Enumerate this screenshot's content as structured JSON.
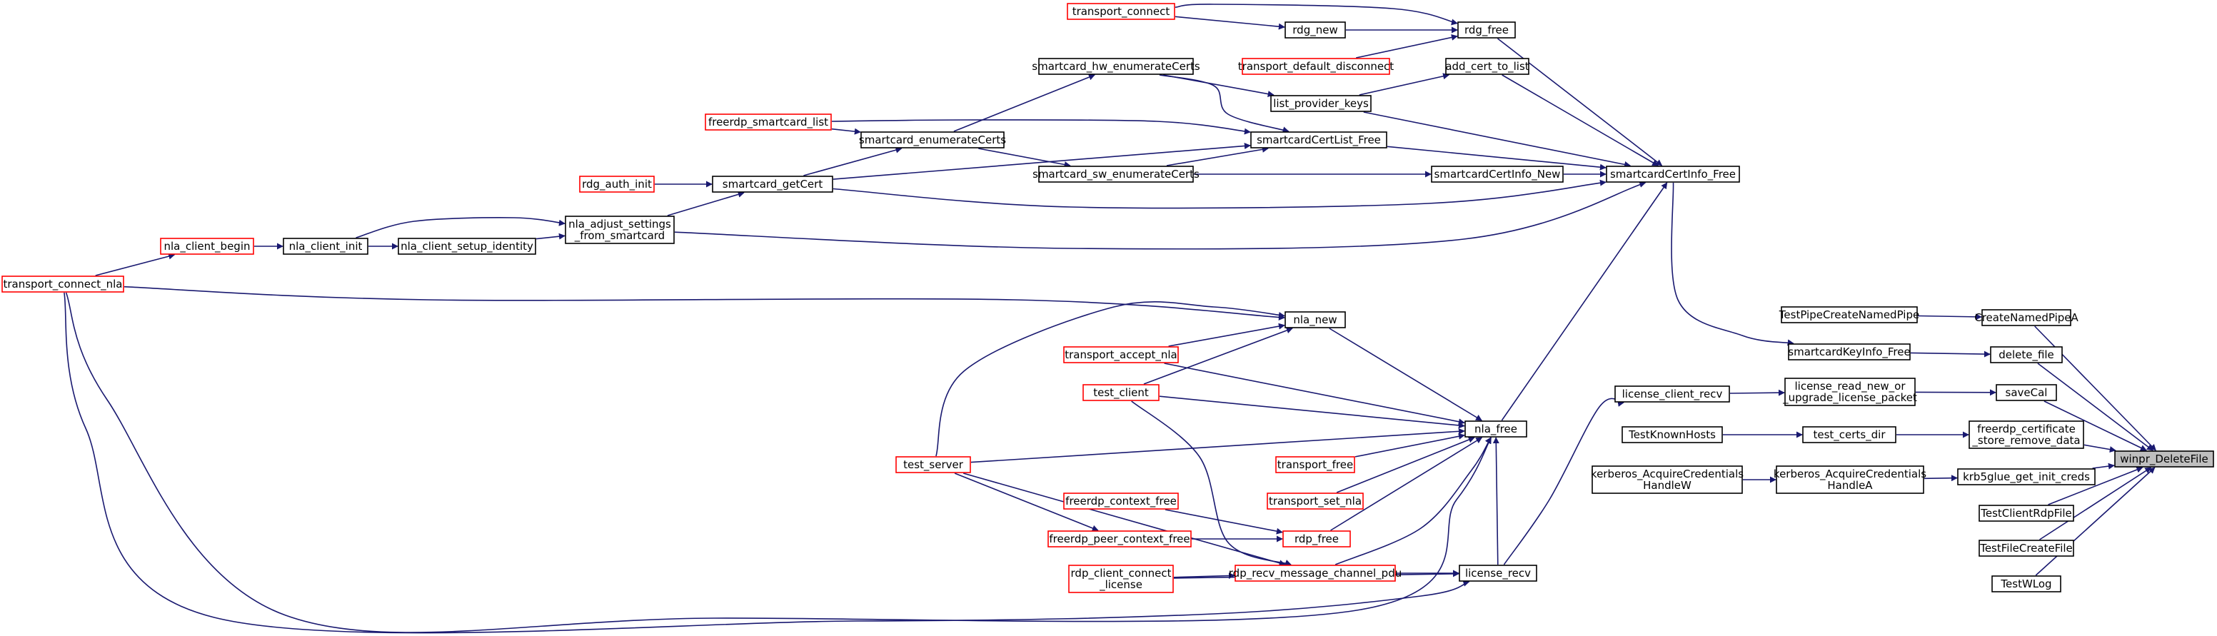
{
  "diagram": {
    "type": "call-graph",
    "root": "winpr_DeleteFile",
    "edge_color": "#191970",
    "node_border_colors": {
      "documented": "#000000",
      "undocumented": "#ff0000"
    },
    "root_fill": "#bfbfbf",
    "nodes": [
      {
        "id": "winpr_DeleteFile",
        "lines": [
          "winpr_DeleteFile"
        ],
        "color": "root"
      },
      {
        "id": "CreateNamedPipeA",
        "lines": [
          "CreateNamedPipeA"
        ],
        "color": "black"
      },
      {
        "id": "delete_file",
        "lines": [
          "delete_file"
        ],
        "color": "black"
      },
      {
        "id": "saveCal",
        "lines": [
          "saveCal"
        ],
        "color": "black"
      },
      {
        "id": "freerdp_certificate_store_remove_data",
        "lines": [
          "freerdp_certificate",
          "_store_remove_data"
        ],
        "color": "black"
      },
      {
        "id": "krb5glue_get_init_creds",
        "lines": [
          "krb5glue_get_init_creds"
        ],
        "color": "black"
      },
      {
        "id": "TestClientRdpFile",
        "lines": [
          "TestClientRdpFile"
        ],
        "color": "black"
      },
      {
        "id": "TestFileCreateFile",
        "lines": [
          "TestFileCreateFile"
        ],
        "color": "black"
      },
      {
        "id": "TestWLog",
        "lines": [
          "TestWLog"
        ],
        "color": "black"
      },
      {
        "id": "TestPipeCreateNamedPipe",
        "lines": [
          "TestPipeCreateNamedPipe"
        ],
        "color": "black"
      },
      {
        "id": "smartcardKeyInfo_Free",
        "lines": [
          "smartcardKeyInfo_Free"
        ],
        "color": "black"
      },
      {
        "id": "license_read_new_or_upgrade_license_packet",
        "lines": [
          "license_read_new_or",
          "_upgrade_license_packet"
        ],
        "color": "black"
      },
      {
        "id": "test_certs_dir",
        "lines": [
          "test_certs_dir"
        ],
        "color": "black"
      },
      {
        "id": "kerberos_AcquireCredentialsHandleA",
        "lines": [
          "kerberos_AcquireCredentials",
          "HandleA"
        ],
        "color": "black"
      },
      {
        "id": "smartcardCertInfo_Free",
        "lines": [
          "smartcardCertInfo_Free"
        ],
        "color": "black"
      },
      {
        "id": "license_client_recv",
        "lines": [
          "license_client_recv"
        ],
        "color": "black"
      },
      {
        "id": "TestKnownHosts",
        "lines": [
          "TestKnownHosts"
        ],
        "color": "black"
      },
      {
        "id": "kerberos_AcquireCredentialsHandleW",
        "lines": [
          "kerberos_AcquireCredentials",
          "HandleW"
        ],
        "color": "black"
      },
      {
        "id": "rdg_free",
        "lines": [
          "rdg_free"
        ],
        "color": "black"
      },
      {
        "id": "add_cert_to_list",
        "lines": [
          "add_cert_to_list"
        ],
        "color": "black"
      },
      {
        "id": "list_provider_keys",
        "lines": [
          "list_provider_keys"
        ],
        "color": "black"
      },
      {
        "id": "smartcardCertList_Free",
        "lines": [
          "smartcardCertList_Free"
        ],
        "color": "black"
      },
      {
        "id": "smartcardCertInfo_New",
        "lines": [
          "smartcardCertInfo_New"
        ],
        "color": "black"
      },
      {
        "id": "smartcard_getCert",
        "lines": [
          "smartcard_getCert"
        ],
        "color": "black"
      },
      {
        "id": "nla_adjust_settings_from_smartcard",
        "lines": [
          "nla_adjust_settings",
          "_from_smartcard"
        ],
        "color": "black"
      },
      {
        "id": "nla_free",
        "lines": [
          "nla_free"
        ],
        "color": "black"
      },
      {
        "id": "license_recv",
        "lines": [
          "license_recv"
        ],
        "color": "black"
      },
      {
        "id": "transport_connect",
        "lines": [
          "transport_connect"
        ],
        "color": "red"
      },
      {
        "id": "rdg_new",
        "lines": [
          "rdg_new"
        ],
        "color": "black"
      },
      {
        "id": "transport_default_disconnect",
        "lines": [
          "transport_default_disconnect"
        ],
        "color": "red"
      },
      {
        "id": "smartcard_hw_enumerateCerts",
        "lines": [
          "smartcard_hw_enumerateCerts"
        ],
        "color": "black"
      },
      {
        "id": "freerdp_smartcard_list",
        "lines": [
          "freerdp_smartcard_list"
        ],
        "color": "red"
      },
      {
        "id": "smartcard_enumerateCerts",
        "lines": [
          "smartcard_enumerateCerts"
        ],
        "color": "black"
      },
      {
        "id": "smartcard_sw_enumerateCerts",
        "lines": [
          "smartcard_sw_enumerateCerts"
        ],
        "color": "black"
      },
      {
        "id": "rdg_auth_init",
        "lines": [
          "rdg_auth_init"
        ],
        "color": "red"
      },
      {
        "id": "nla_client_setup_identity",
        "lines": [
          "nla_client_setup_identity"
        ],
        "color": "black"
      },
      {
        "id": "nla_client_init",
        "lines": [
          "nla_client_init"
        ],
        "color": "black"
      },
      {
        "id": "nla_client_begin",
        "lines": [
          "nla_client_begin"
        ],
        "color": "red"
      },
      {
        "id": "transport_connect_nla",
        "lines": [
          "transport_connect_nla"
        ],
        "color": "red"
      },
      {
        "id": "nla_new",
        "lines": [
          "nla_new"
        ],
        "color": "black"
      },
      {
        "id": "transport_accept_nla",
        "lines": [
          "transport_accept_nla"
        ],
        "color": "red"
      },
      {
        "id": "test_client",
        "lines": [
          "test_client"
        ],
        "color": "red"
      },
      {
        "id": "test_server",
        "lines": [
          "test_server"
        ],
        "color": "red"
      },
      {
        "id": "transport_free",
        "lines": [
          "transport_free"
        ],
        "color": "red"
      },
      {
        "id": "transport_set_nla",
        "lines": [
          "transport_set_nla"
        ],
        "color": "red"
      },
      {
        "id": "freerdp_context_free",
        "lines": [
          "freerdp_context_free"
        ],
        "color": "red"
      },
      {
        "id": "freerdp_peer_context_free",
        "lines": [
          "freerdp_peer_context_free"
        ],
        "color": "red"
      },
      {
        "id": "rdp_free",
        "lines": [
          "rdp_free"
        ],
        "color": "red"
      },
      {
        "id": "rdp_recv_message_channel_pdu",
        "lines": [
          "rdp_recv_message_channel_pdu"
        ],
        "color": "red"
      },
      {
        "id": "rdp_client_connect_license",
        "lines": [
          "rdp_client_connect",
          "_license"
        ],
        "color": "red"
      }
    ],
    "edges": [
      {
        "from": "CreateNamedPipeA",
        "to": "winpr_DeleteFile"
      },
      {
        "from": "delete_file",
        "to": "winpr_DeleteFile"
      },
      {
        "from": "saveCal",
        "to": "winpr_DeleteFile"
      },
      {
        "from": "freerdp_certificate_store_remove_data",
        "to": "winpr_DeleteFile"
      },
      {
        "from": "krb5glue_get_init_creds",
        "to": "winpr_DeleteFile"
      },
      {
        "from": "TestClientRdpFile",
        "to": "winpr_DeleteFile"
      },
      {
        "from": "TestFileCreateFile",
        "to": "winpr_DeleteFile"
      },
      {
        "from": "TestWLog",
        "to": "winpr_DeleteFile"
      },
      {
        "from": "TestPipeCreateNamedPipe",
        "to": "CreateNamedPipeA"
      },
      {
        "from": "smartcardKeyInfo_Free",
        "to": "delete_file"
      },
      {
        "from": "smartcardCertInfo_Free",
        "to": "smartcardKeyInfo_Free"
      },
      {
        "from": "license_read_new_or_upgrade_license_packet",
        "to": "saveCal"
      },
      {
        "from": "license_client_recv",
        "to": "license_read_new_or_upgrade_license_packet"
      },
      {
        "from": "test_certs_dir",
        "to": "freerdp_certificate_store_remove_data"
      },
      {
        "from": "TestKnownHosts",
        "to": "test_certs_dir"
      },
      {
        "from": "kerberos_AcquireCredentialsHandleA",
        "to": "krb5glue_get_init_creds"
      },
      {
        "from": "kerberos_AcquireCredentialsHandleW",
        "to": "kerberos_AcquireCredentialsHandleA"
      },
      {
        "from": "license_recv",
        "to": "license_client_recv"
      },
      {
        "from": "rdg_free",
        "to": "smartcardCertInfo_Free"
      },
      {
        "from": "add_cert_to_list",
        "to": "smartcardCertInfo_Free"
      },
      {
        "from": "list_provider_keys",
        "to": "smartcardCertInfo_Free"
      },
      {
        "from": "smartcardCertList_Free",
        "to": "smartcardCertInfo_Free"
      },
      {
        "from": "smartcardCertInfo_New",
        "to": "smartcardCertInfo_Free"
      },
      {
        "from": "smartcard_getCert",
        "to": "smartcardCertInfo_Free"
      },
      {
        "from": "nla_adjust_settings_from_smartcard",
        "to": "smartcardCertInfo_Free"
      },
      {
        "from": "nla_free",
        "to": "smartcardCertInfo_Free"
      },
      {
        "from": "transport_connect",
        "to": "rdg_free"
      },
      {
        "from": "rdg_new",
        "to": "rdg_free"
      },
      {
        "from": "transport_default_disconnect",
        "to": "rdg_free"
      },
      {
        "from": "transport_connect",
        "to": "rdg_new"
      },
      {
        "from": "list_provider_keys",
        "to": "add_cert_to_list"
      },
      {
        "from": "smartcard_hw_enumerateCerts",
        "to": "list_provider_keys"
      },
      {
        "from": "smartcard_enumerateCerts",
        "to": "smartcard_hw_enumerateCerts"
      },
      {
        "from": "smartcard_hw_enumerateCerts",
        "to": "smartcardCertList_Free"
      },
      {
        "from": "freerdp_smartcard_list",
        "to": "smartcardCertList_Free"
      },
      {
        "from": "smartcard_getCert",
        "to": "smartcardCertList_Free"
      },
      {
        "from": "smartcard_sw_enumerateCerts",
        "to": "smartcardCertList_Free"
      },
      {
        "from": "freerdp_smartcard_list",
        "to": "smartcard_enumerateCerts"
      },
      {
        "from": "smartcard_getCert",
        "to": "smartcard_enumerateCerts"
      },
      {
        "from": "smartcard_enumerateCerts",
        "to": "smartcard_sw_enumerateCerts"
      },
      {
        "from": "smartcard_sw_enumerateCerts",
        "to": "smartcardCertInfo_New"
      },
      {
        "from": "rdg_auth_init",
        "to": "smartcard_getCert"
      },
      {
        "from": "nla_adjust_settings_from_smartcard",
        "to": "smartcard_getCert"
      },
      {
        "from": "nla_client_setup_identity",
        "to": "nla_adjust_settings_from_smartcard"
      },
      {
        "from": "nla_client_init",
        "to": "nla_adjust_settings_from_smartcard"
      },
      {
        "from": "nla_client_init",
        "to": "nla_client_setup_identity"
      },
      {
        "from": "nla_client_begin",
        "to": "nla_client_init"
      },
      {
        "from": "transport_connect_nla",
        "to": "nla_client_begin"
      },
      {
        "from": "transport_connect_nla",
        "to": "nla_new"
      },
      {
        "from": "transport_connect_nla",
        "to": "nla_free"
      },
      {
        "from": "nla_new",
        "to": "nla_free"
      },
      {
        "from": "transport_accept_nla",
        "to": "nla_new"
      },
      {
        "from": "test_client",
        "to": "nla_new"
      },
      {
        "from": "test_server",
        "to": "nla_new"
      },
      {
        "from": "transport_accept_nla",
        "to": "nla_free"
      },
      {
        "from": "test_client",
        "to": "nla_free"
      },
      {
        "from": "test_server",
        "to": "nla_free"
      },
      {
        "from": "transport_free",
        "to": "nla_free"
      },
      {
        "from": "transport_set_nla",
        "to": "nla_free"
      },
      {
        "from": "rdp_free",
        "to": "nla_free"
      },
      {
        "from": "rdp_recv_message_channel_pdu",
        "to": "nla_free"
      },
      {
        "from": "license_recv",
        "to": "nla_free"
      },
      {
        "from": "freerdp_context_free",
        "to": "rdp_free"
      },
      {
        "from": "freerdp_peer_context_free",
        "to": "rdp_free"
      },
      {
        "from": "test_server",
        "to": "freerdp_peer_context_free"
      },
      {
        "from": "test_client",
        "to": "rdp_recv_message_channel_pdu"
      },
      {
        "from": "test_server",
        "to": "rdp_recv_message_channel_pdu"
      },
      {
        "from": "rdp_recv_message_channel_pdu",
        "to": "license_recv"
      },
      {
        "from": "rdp_client_connect_license",
        "to": "rdp_recv_message_channel_pdu"
      },
      {
        "from": "rdp_client_connect_license",
        "to": "license_recv"
      },
      {
        "from": "transport_connect_nla",
        "to": "license_recv"
      }
    ]
  }
}
